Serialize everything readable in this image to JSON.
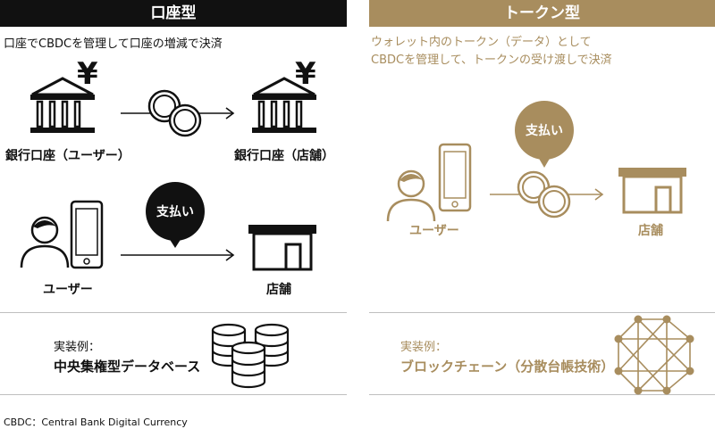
{
  "account_type": {
    "header": "口座型",
    "description": "口座でCBDCを管理して口座の増減で決済",
    "bank_user_label": "銀行口座（ユーザー）",
    "bank_store_label": "銀行口座（店舗）",
    "yen_symbol": "¥",
    "payment_bubble": "支払い",
    "user_label": "ユーザー",
    "store_label": "店舗",
    "impl_label": "実装例：",
    "impl_value": "中央集権型データベース"
  },
  "token_type": {
    "header": "トークン型",
    "description_line1": "ウォレット内のトークン（データ）として",
    "description_line2": "CBDCを管理して、トークンの受け渡しで決済",
    "payment_bubble": "支払い",
    "user_label": "ユーザー",
    "store_label": "店舗",
    "impl_label": "実装例：",
    "impl_value": "ブロックチェーン（分散台帳技術）"
  },
  "footnote": "CBDC：Central Bank Digital Currency",
  "colors": {
    "black": "#111111",
    "gold": "#a88d5e",
    "divider": "#bfbfbf"
  },
  "icons": [
    "bank-icon",
    "yen-icon",
    "coins-icon",
    "arrow-icon",
    "person-icon",
    "smartphone-icon",
    "store-icon",
    "speech-bubble-icon",
    "database-icon",
    "network-icon"
  ]
}
